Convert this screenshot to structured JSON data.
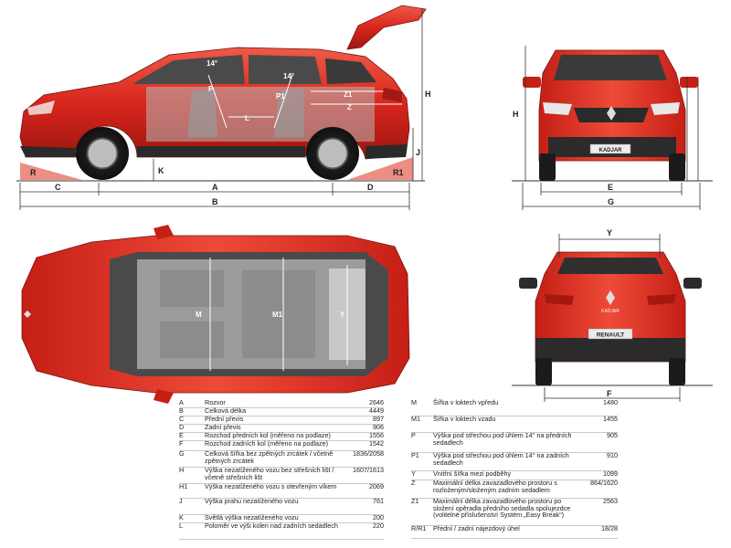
{
  "labels": {
    "side": {
      "A": "A",
      "B": "B",
      "C": "C",
      "D": "D",
      "H": "H",
      "J": "J",
      "K": "K",
      "R": "R",
      "R1": "R1",
      "L": "L",
      "P": "P",
      "P1": "P1",
      "Z": "Z",
      "Z1": "Z1",
      "deg1": "14°",
      "deg2": "14°"
    },
    "front": {
      "H": "H",
      "E": "E",
      "G": "G",
      "badge": "KADJAR"
    },
    "top": {
      "M": "M",
      "M1": "M1",
      "Y": "Y"
    },
    "rear": {
      "Y": "Y",
      "F": "F",
      "plate": "RENAULT",
      "brand": "KADJAR"
    }
  },
  "table_left": [
    {
      "key": "A",
      "desc": "Rozvor",
      "value": "2646"
    },
    {
      "key": "B",
      "desc": "Celková délka",
      "value": "4449"
    },
    {
      "key": "C",
      "desc": "Přední převis",
      "value": "897"
    },
    {
      "key": "D",
      "desc": "Zadní převis",
      "value": "906"
    },
    {
      "key": "E",
      "desc": "Rozchod předních kol (měřeno na podlaze)",
      "value": "1556"
    },
    {
      "key": "F",
      "desc": "Rozchod zadních kol (měřeno na podlaze)",
      "value": "1542"
    },
    {
      "key": "G",
      "desc": "Celková šířka bez zpětných zrcátek / včetně zpětných zrcátek",
      "value": "1836/2058"
    },
    {
      "key": "H",
      "desc": "Výška nezatíženého vozu bez střešních lišt / včetně střešních lišt",
      "value": "1607/1613"
    },
    {
      "key": "H1",
      "desc": "Výška nezatíženého vozu s otevřeným víkem",
      "value": "2069"
    },
    {
      "key": "J",
      "desc": "Výška prahu nezatíženého vozu",
      "value": "761"
    },
    {
      "key": "K",
      "desc": "Světlá výška nezatíženého vozu",
      "value": "200"
    },
    {
      "key": "L",
      "desc": "Poloměr ve výši kolen nad zadních sedadlech",
      "value": "220"
    }
  ],
  "table_right": [
    {
      "key": "M",
      "desc": "Šířka v loktech vpředu",
      "value": "1480"
    },
    {
      "key": "M1",
      "desc": "Šířka v loktech vzadu",
      "value": "1455"
    },
    {
      "key": "P",
      "desc": "Výška pod střechou pod úhlem 14° na předních sedadlech",
      "value": "905"
    },
    {
      "key": "P1",
      "desc": "Výška pod střechou pod úhlem 14° na zadních sedadlech",
      "value": "910"
    },
    {
      "key": "Y",
      "desc": "Vnitřní šířka mezi podběhy",
      "value": "1099"
    },
    {
      "key": "Z",
      "desc": "Maximální délka zavazadlového prostoru s rozloženým/složeným zadním sedadlem",
      "value": "864/1620"
    },
    {
      "key": "Z1",
      "desc": "Maximální délka zavazadlového prostoru po složení opěradla předního sedadla spolujezdce (volitelné příslušenství Systém „Easy Break“)",
      "value": "2563"
    },
    {
      "key": "R/R1",
      "desc": "Přední / zadní nájezdový úhel",
      "value": "18/28"
    }
  ],
  "colors": {
    "body": "#d8261c",
    "body_dark": "#8e1410",
    "glass": "#3a3a3a",
    "tire": "#1e1e1e",
    "dim": "#333333",
    "ramp": "#e46a5c"
  }
}
